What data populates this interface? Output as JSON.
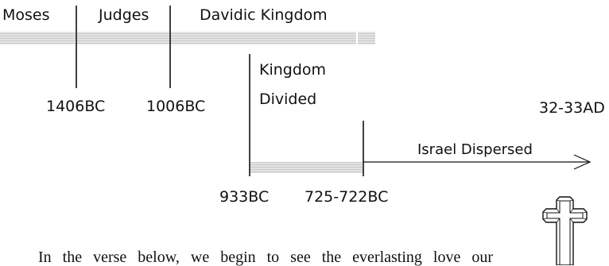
{
  "timeline": {
    "periods": [
      "Moses",
      "Judges",
      "Davidic Kingdom"
    ],
    "kingdom_divided": [
      "Kingdom",
      "Divided"
    ],
    "dates": {
      "moses_judges": "1406BC",
      "judges_kingdom": "1006BC",
      "division": "933BC",
      "dispersion": "725-722BC",
      "cross": "32-33AD"
    },
    "israel_dispersed": "Israel Dispersed"
  },
  "paragraph": {
    "text": "In the verse below, we begin to see the everlasting love our"
  },
  "colors": {
    "ink": "#111111",
    "band_fill": "#e4e4e4",
    "band_lines": "#c8c8c8"
  },
  "icons": {
    "cross": "cross-icon",
    "arrow": "open-arrowhead"
  }
}
